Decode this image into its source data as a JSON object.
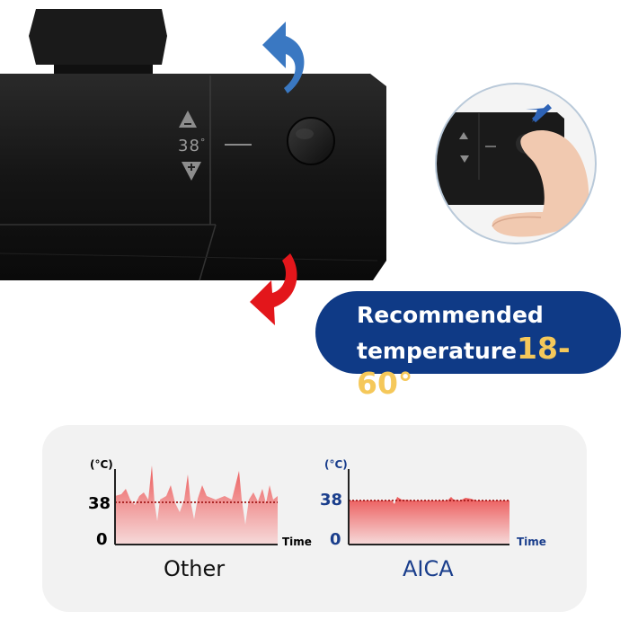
{
  "panel": {
    "temp_value": "38",
    "degree_mark": "°"
  },
  "banner": {
    "line1": "Recommended",
    "line2_prefix": "temperature",
    "range": "18-60°"
  },
  "colors": {
    "banner_bg": "#0f3a86",
    "accent_yellow": "#f5c85a",
    "arrow_blue": "#3a78c2",
    "arrow_red": "#e3161b",
    "aica_blue": "#1a3e8c"
  },
  "chart_data": [
    {
      "type": "area",
      "title": "Other",
      "ylabel": "(°C)",
      "xlabel": "Time",
      "y_ticks": [
        "0",
        "38"
      ],
      "reference_line": 38,
      "behavior": "fluctuating"
    },
    {
      "type": "area",
      "title": "AICA",
      "ylabel": "(°C)",
      "xlabel": "Time",
      "y_ticks": [
        "0",
        "38"
      ],
      "reference_line": 38,
      "behavior": "stable"
    }
  ]
}
